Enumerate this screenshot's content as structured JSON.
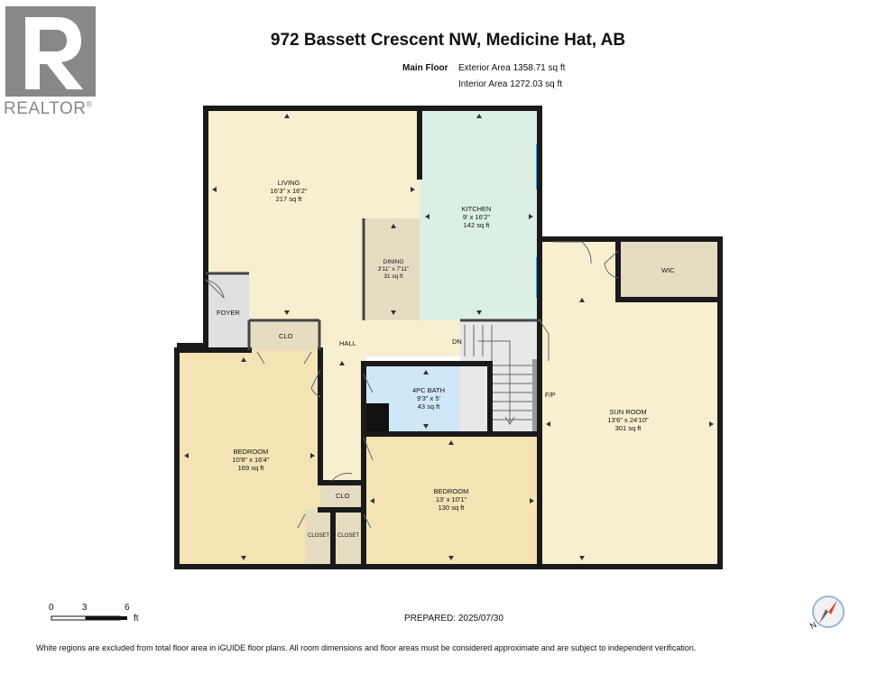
{
  "header": {
    "address": "972 Bassett Crescent NW, Medicine Hat, AB",
    "floor_name": "Main Floor",
    "exterior_area": "Exterior Area 1358.71 sq ft",
    "interior_area": "Interior Area 1272.03 sq ft"
  },
  "logo": {
    "text": "REALTOR",
    "mark": "®"
  },
  "rooms": {
    "living": {
      "name": "LIVING",
      "dims": "16'3\" x 16'2\"",
      "area": "217 sq ft"
    },
    "kitchen": {
      "name": "KITCHEN",
      "dims": "9' x 16'2\"",
      "area": "142 sq ft"
    },
    "dining": {
      "name": "DINING",
      "dims": "3'11\" x 7'11\"",
      "area": "31 sq ft"
    },
    "bath": {
      "name": "4PC BATH",
      "dims": "9'3\" x 5'",
      "area": "43 sq ft"
    },
    "bedroom1": {
      "name": "BEDROOM",
      "dims": "10'8\" x 16'4\"",
      "area": "169 sq ft"
    },
    "bedroom2": {
      "name": "BEDROOM",
      "dims": "13' x 10'1\"",
      "area": "130 sq ft"
    },
    "sunroom": {
      "name": "SUN ROOM",
      "dims": "13'6\" x 24'10\"",
      "area": "301 sq ft"
    }
  },
  "labels": {
    "foyer": "FOYER",
    "clo_top": "CLO",
    "clo_bottom": "CLO",
    "hall": "HALL",
    "dn": "DN",
    "fp": "F/P",
    "wic": "WIC",
    "closet1": "CLOSET",
    "closet2": "CLOSET"
  },
  "scale": {
    "t0": "0",
    "t1": "3",
    "t2": "6",
    "unit": "ft"
  },
  "footer": {
    "prepared": "PREPARED: 2025/07/30",
    "disclaimer": "White regions are excluded from total floor area in iGUIDE floor plans. All room dimensions and floor areas must be considered approximate and are subject to independent verification."
  },
  "compass": {
    "label": "N"
  },
  "colors": {
    "yellow": "#f7efcf",
    "orange": "#f4e3b5",
    "kitchen": "#dcefe5",
    "bath": "#cfe8f8",
    "dining": "#e6dcc2",
    "grey": "#e0e0e0",
    "window": "#4aa3d8",
    "wall": "#1a1a1a"
  }
}
